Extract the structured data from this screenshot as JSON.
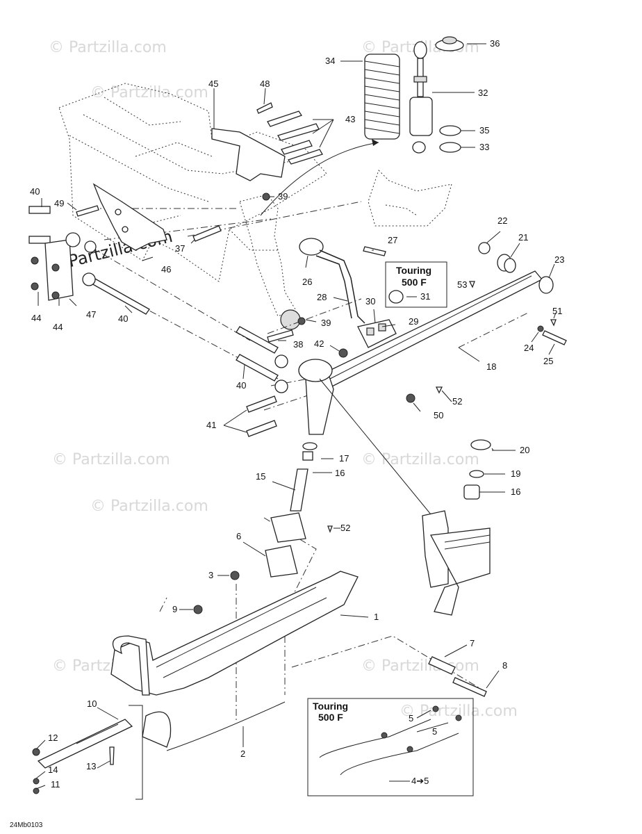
{
  "watermark": "© Partzilla.com",
  "watermark_dark": "© Partzilla.com",
  "diagram_code": "24Mb0103",
  "touring_box_1": {
    "line1": "Touring",
    "line2": "500 F"
  },
  "touring_box_2": {
    "line1": "Touring",
    "line2": "500 F"
  },
  "callouts": {
    "c1": "1",
    "c2": "2",
    "c3": "3",
    "c4_5": "4➔5",
    "c5a": "5",
    "c5b": "5",
    "c6": "6",
    "c7": "7",
    "c8": "8",
    "c9": "9",
    "c10": "10",
    "c11": "11",
    "c12": "12",
    "c13": "13",
    "c14": "14",
    "c15": "15",
    "c16a": "16",
    "c16b": "16",
    "c17": "17",
    "c18": "18",
    "c19": "19",
    "c20": "20",
    "c21": "21",
    "c22": "22",
    "c23": "23",
    "c24": "24",
    "c25": "25",
    "c26": "26",
    "c27": "27",
    "c28": "28",
    "c29": "29",
    "c30": "30",
    "c31": "31",
    "c32": "32",
    "c33": "33",
    "c34": "34",
    "c35": "35",
    "c36": "36",
    "c37": "37",
    "c38": "38",
    "c39a": "39",
    "c39b": "39",
    "c40a": "40",
    "c40b": "40",
    "c40c": "40",
    "c41": "41",
    "c42": "42",
    "c43": "43",
    "c44a": "44",
    "c44b": "44",
    "c45": "45",
    "c46": "46",
    "c47": "47",
    "c48": "48",
    "c49": "49",
    "c50": "50",
    "c51": "51",
    "c52a": "52",
    "c52b": "52",
    "c53": "53"
  }
}
